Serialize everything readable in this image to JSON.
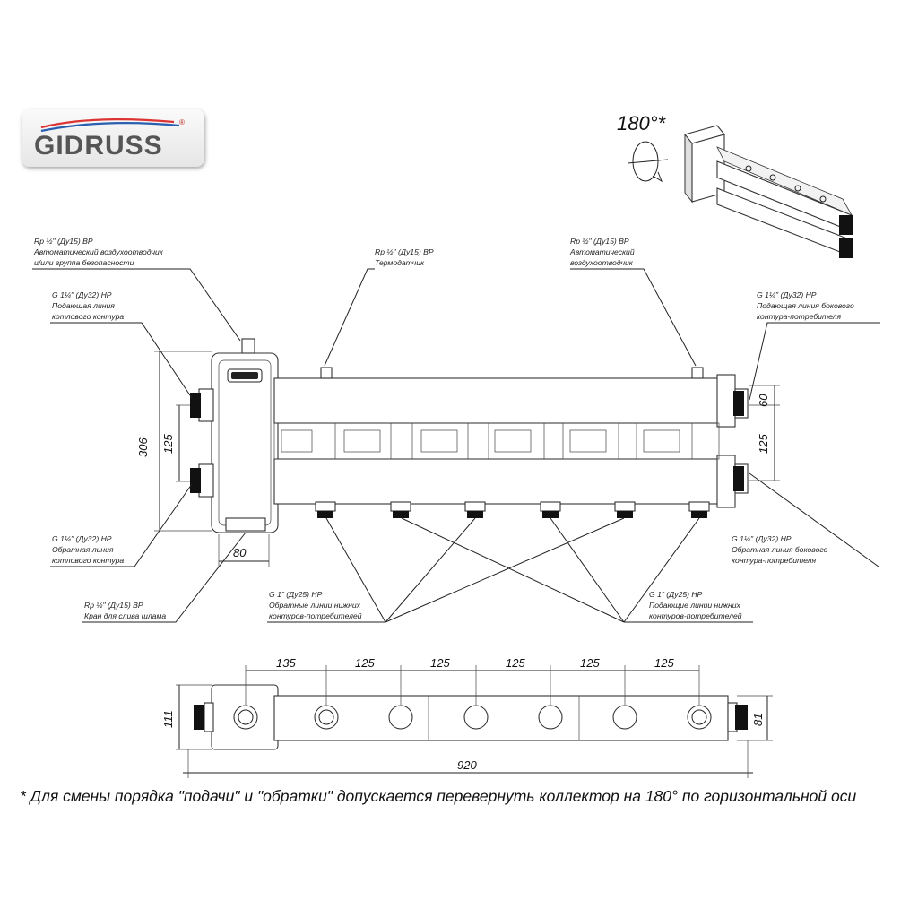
{
  "brand": {
    "name": "GIDRUSS",
    "reg": "®",
    "swoosh_colors": [
      "#d33",
      "#2a5fb0"
    ]
  },
  "rotation": {
    "label": "180°*"
  },
  "labels": {
    "air_vent_left": [
      "Rp ½\" (Ду15) ВР",
      "Автоматический воздухоотводчик",
      "и/или группа безопасности"
    ],
    "thermometer": [
      "Rp ½\" (Ду15) ВР",
      "Термодатчик"
    ],
    "air_vent_right": [
      "Rp ½\" (Ду15) ВР",
      "Автоматический",
      "воздухоотводчик"
    ],
    "boiler_supply": [
      "G 1¼\" (Ду32) НР",
      "Подающая линия",
      "котлового контура"
    ],
    "side_supply": [
      "G 1¼\" (Ду32) НР",
      "Подающая линия бокового",
      "контура-потребителя"
    ],
    "boiler_return": [
      "G 1¼\" (Ду32) НР",
      "Обратная линия",
      "котлового контура"
    ],
    "side_return": [
      "G 1¼\" (Ду32) НР",
      "Обратная линия бокового",
      "контура-потребителя"
    ],
    "drain": [
      "Rp ½\" (Ду15) ВР",
      "Кран для слива шлама"
    ],
    "lower_return": [
      "G 1\" (Ду25) НР",
      "Обратные линии нижних",
      "контуров-потребителей"
    ],
    "lower_supply": [
      "G 1\" (Ду25) НР",
      "Подающие линии нижних",
      "контуров-потребителей"
    ]
  },
  "dimensions": {
    "height_total": "306",
    "height_axis_left": "125",
    "width_separator": "80",
    "right_top": "60",
    "right_axis": "125",
    "top_spacing": [
      "135",
      "125",
      "125",
      "125",
      "125",
      "125"
    ],
    "depth_left": "111",
    "depth_right": "81",
    "length_total": "920"
  },
  "footnote": "* Для смены порядка \"подачи\" и \"обратки\" допускается перевернуть коллектор на 180° по горизонтальной оси"
}
